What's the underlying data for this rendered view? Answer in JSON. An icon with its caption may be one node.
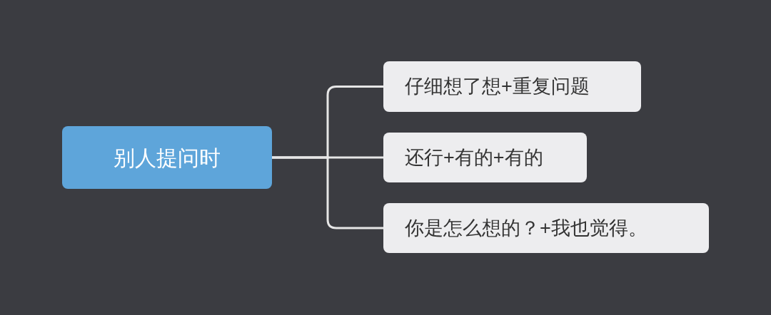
{
  "diagram": {
    "nodes": [
      {
        "text": [
          "别人提问时"
        ]
      },
      {
        "text": [
          "仔细想了想+重复问题"
        ]
      },
      {
        "text": [
          "还行+有的+有的"
        ]
      },
      {
        "text": [
          "你是怎么想的？+我也觉得。"
        ]
      }
    ],
    "edges": [
      {
        "from": 0,
        "to": 1,
        "arrow": "none"
      },
      {
        "from": 0,
        "to": 2,
        "arrow": "none"
      },
      {
        "from": 0,
        "to": 3,
        "arrow": "none"
      }
    ]
  }
}
